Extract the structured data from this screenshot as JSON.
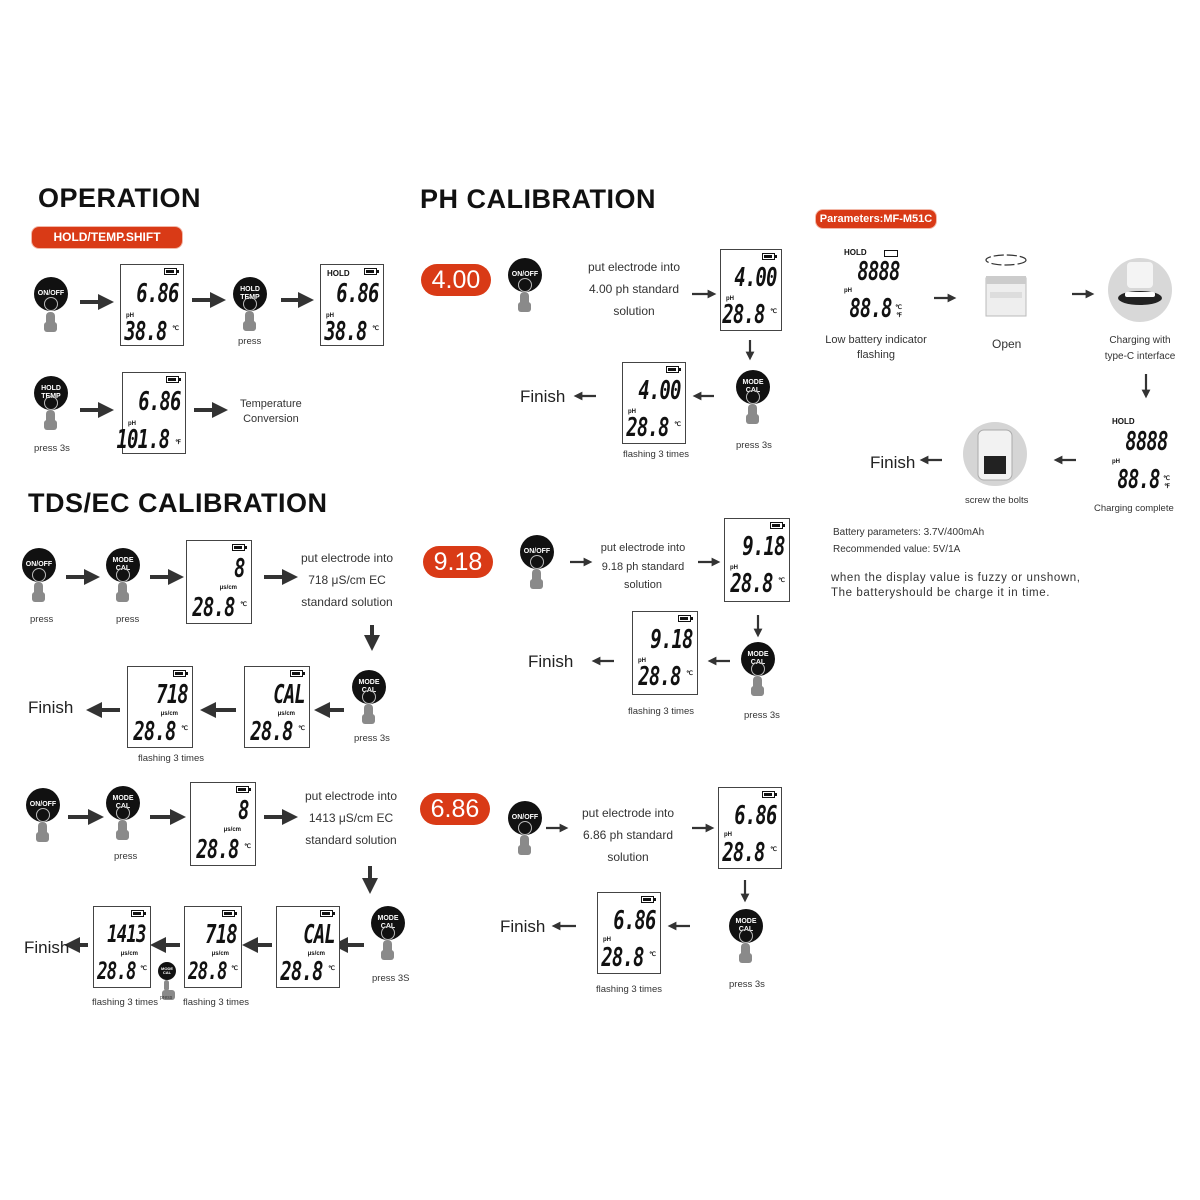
{
  "sections": {
    "operation": "OPERATION",
    "ph": "PH CALIBRATION",
    "tds": "TDS/EC CALIBRATION"
  },
  "pills": {
    "hold": "HOLD/TEMP.SHIFT",
    "params": "Parameters:MF-M51C"
  },
  "buttons": {
    "onoff": "ON/OFF",
    "hold": "HOLD\nTEMP",
    "mode": "MODE\nCAL"
  },
  "lcd": {
    "hold": "HOLD",
    "ph": "pH",
    "us": "μs/cm",
    "c": "℃",
    "f": "℉",
    "v686": "6.86",
    "v388": "38.8",
    "v1018": "101.8",
    "v400": "4.00",
    "v288": "28.8",
    "v918": "9.18",
    "v8": "8",
    "v718": "718",
    "cal": "CAL",
    "v1413": "1413",
    "v8888": "8888",
    "v888": "88.8"
  },
  "captions": {
    "press": "press",
    "press3s": "press 3s",
    "press3S": "press 3S",
    "temp_conv": "Temperature\nConversion",
    "flashing": "flashing 3 times",
    "finish": "Finish"
  },
  "ph_steps": {
    "b400": "4.00",
    "b918": "9.18",
    "b686": "6.86",
    "t400": "put electrode into\n4.00 ph standard\nsolution",
    "t918": "put electrode into\n9.18 ph standard\nsolution",
    "t686": "put electrode into\n6.86 ph standard\nsolution"
  },
  "tds_steps": {
    "t718": "put electrode into\n718 μS/cm EC\nstandard solution",
    "t1413": "put electrode into\n1413 μS/cm EC\nstandard solution"
  },
  "params": {
    "low_battery": "Low battery indicator\nflashing",
    "open": "Open",
    "charging": "Charging with\ntype-C interface",
    "charging_complete": "Charging complete",
    "screw": "screw the bolts",
    "battery": "Battery parameters: 3.7V/400mAh",
    "recommended": "Recommended value: 5V/1A",
    "fuzzy1": "when the display value is fuzzy or unshown,",
    "fuzzy2": "The batteryshould be charge it in time."
  }
}
